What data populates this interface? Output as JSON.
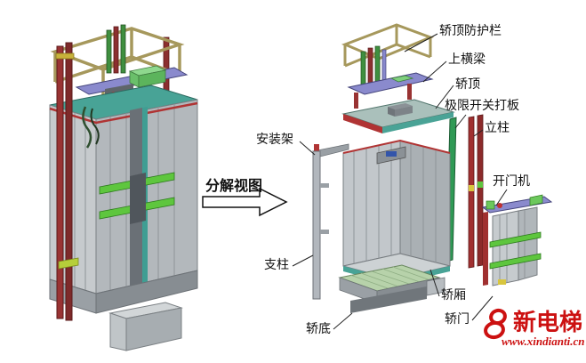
{
  "arrow": {
    "label": "分解视图"
  },
  "labels": {
    "railing": "轿顶防护栏",
    "upper_beam": "上横梁",
    "car_top": "轿顶",
    "limit_switch_plate": "极限开关打板",
    "column": "立柱",
    "mounting_frame": "安装架",
    "door_operator": "开门机",
    "support": "支柱",
    "cabin": "轿厢",
    "car_bottom": "轿底",
    "car_door": "轿门"
  },
  "watermark": {
    "brand": "新电梯",
    "url": "www.xindianti.cn",
    "color": "#cc1111"
  },
  "colors": {
    "railing_tan": "#a6985c",
    "beam_purple": "#8a8acd",
    "rail_red": "#993333",
    "accent_green": "#5ec63e",
    "rim_teal": "#48a396",
    "cabin_grey": "#c2c7cb"
  }
}
